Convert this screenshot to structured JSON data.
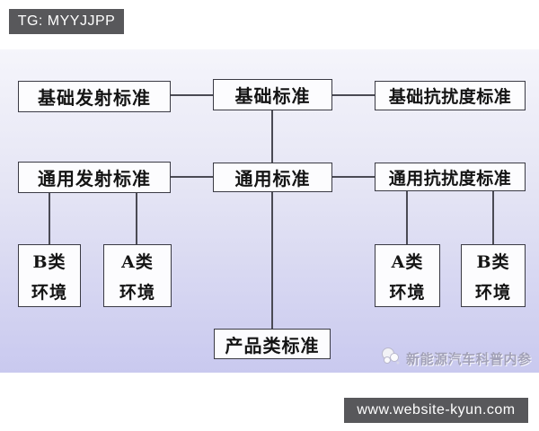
{
  "header": {
    "tag": "TG: MYYJJPP"
  },
  "diagram": {
    "nodes": {
      "basic_emission": "基础发射标准",
      "basic_standard": "基础标准",
      "basic_immunity": "基础抗扰度标准",
      "generic_emission": "通用发射标准",
      "generic_standard": "通用标准",
      "generic_immunity": "通用抗扰度标准",
      "env_b_left": {
        "line1": "B类",
        "line2": "环境"
      },
      "env_a_left": {
        "line1": "A类",
        "line2": "环境"
      },
      "env_a_right": {
        "line1": "A类",
        "line2": "环境"
      },
      "env_b_right": {
        "line1": "B类",
        "line2": "环境"
      },
      "product_standard": "产品类标准"
    }
  },
  "watermark": {
    "brand": "新能源汽车科普内参",
    "logo_icon": "circle-cluster-logo"
  },
  "footer": {
    "url": "www.website-kyun.com"
  },
  "colors": {
    "badge_bg": "#58585b",
    "band_top": "#f5f5fb",
    "band_bottom": "#c9c9ef",
    "box_fill": "#fcfcfe",
    "box_border": "#3a3a44",
    "connector": "#4a4a54",
    "watermark_text": "#a2a1b8"
  }
}
